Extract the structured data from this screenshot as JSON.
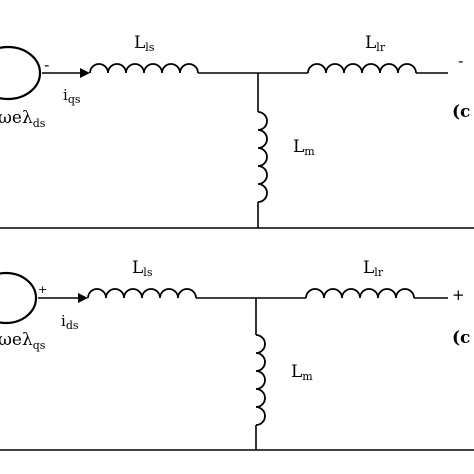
{
  "q_axis": {
    "source_sign": "-",
    "source_label_left": "ωe",
    "source_label_lambda": "λ",
    "source_label_sub": "ds",
    "current_label": "i",
    "current_sub": "qs",
    "stator_inductor": "L",
    "stator_inductor_sub": "ls",
    "rotor_inductor": "L",
    "rotor_inductor_sub": "lr",
    "mag_inductor": "L",
    "mag_inductor_sub": "m",
    "right_sign": "-",
    "right_label": "(c"
  },
  "d_axis": {
    "source_sign": "+",
    "source_label_left": "ωe",
    "source_label_lambda": "λ",
    "source_label_sub": "qs",
    "current_label": "i",
    "current_sub": "ds",
    "stator_inductor": "L",
    "stator_inductor_sub": "ls",
    "rotor_inductor": "L",
    "rotor_inductor_sub": "lr",
    "mag_inductor": "L",
    "mag_inductor_sub": "m",
    "right_sign": "+",
    "right_label": "(c"
  }
}
